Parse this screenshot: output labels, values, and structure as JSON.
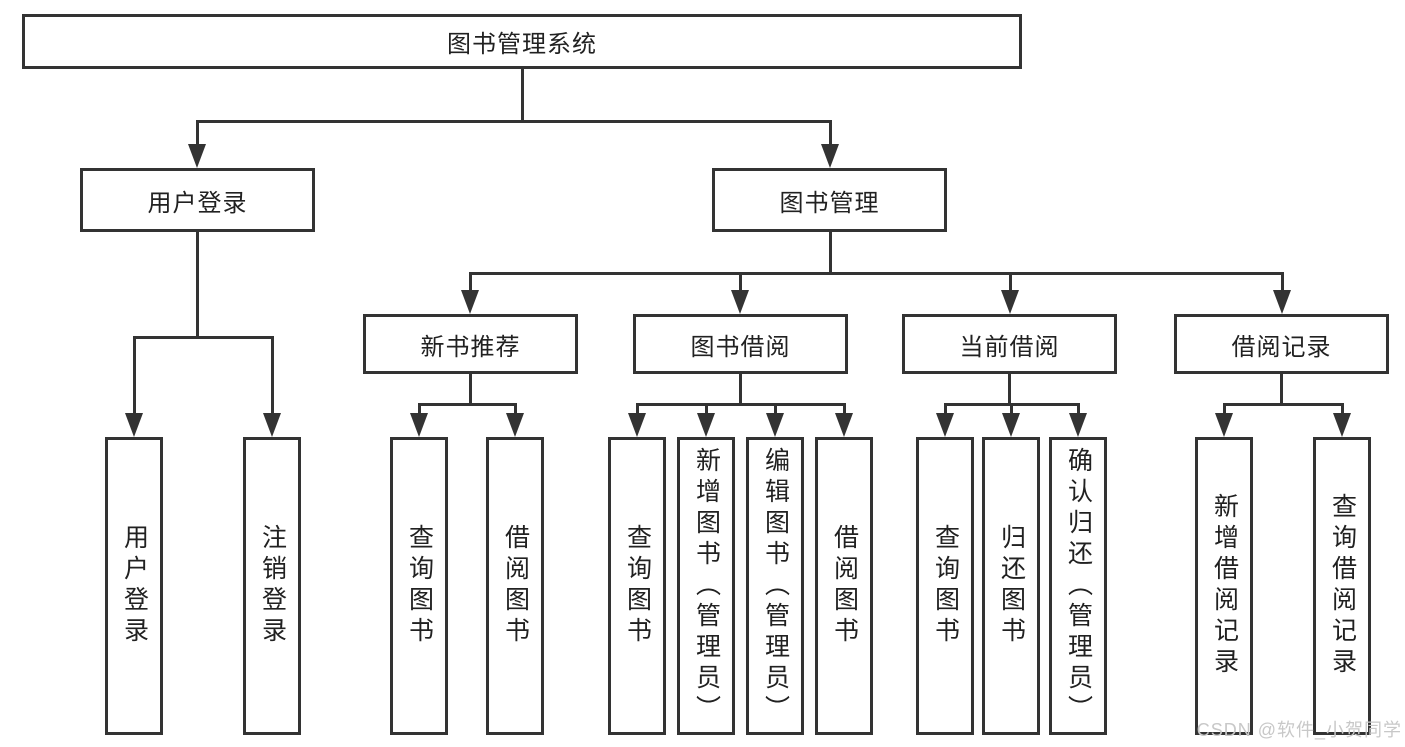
{
  "tree": {
    "root": {
      "label": "图书管理系统"
    },
    "branches": [
      {
        "label": "用户登录",
        "children": [
          {
            "label": "用户登录"
          },
          {
            "label": "注销登录"
          }
        ]
      },
      {
        "label": "图书管理",
        "children": [
          {
            "label": "新书推荐",
            "children": [
              {
                "label": "查询图书"
              },
              {
                "label": "借阅图书"
              }
            ]
          },
          {
            "label": "图书借阅",
            "children": [
              {
                "label": "查询图书"
              },
              {
                "label": "新增图书（管理员）"
              },
              {
                "label": "编辑图书（管理员）"
              },
              {
                "label": "借阅图书"
              }
            ]
          },
          {
            "label": "当前借阅",
            "children": [
              {
                "label": "查询图书"
              },
              {
                "label": "归还图书"
              },
              {
                "label": "确认归还（管理员）"
              }
            ]
          },
          {
            "label": "借阅记录",
            "children": [
              {
                "label": "新增借阅记录"
              },
              {
                "label": "查询借阅记录"
              }
            ]
          }
        ]
      }
    ]
  },
  "watermark": {
    "text": "CSDN @软件_小贺同学"
  },
  "colors": {
    "line": "#333333",
    "box_border": "#333333",
    "box_background": "#ffffff",
    "text": "#212121",
    "watermark": "#c8c8c8",
    "page_background": "#ffffff"
  }
}
